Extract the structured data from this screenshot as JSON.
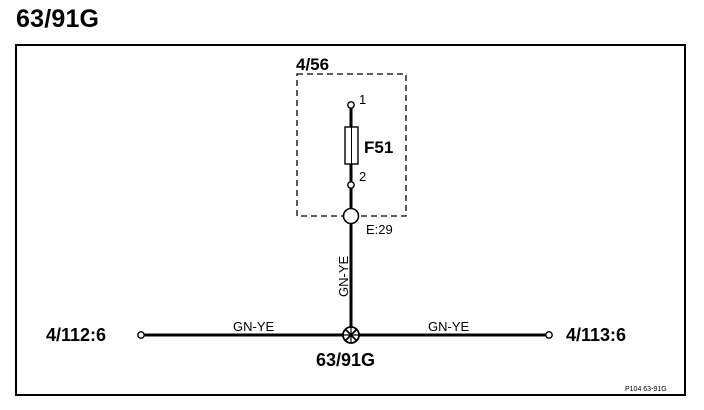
{
  "title": "63/91G",
  "component_box": {
    "label": "4/56"
  },
  "fuse": {
    "label": "F51",
    "pin_top": "1",
    "pin_bottom": "2"
  },
  "connector_top": {
    "label": "E:29"
  },
  "wire_vertical": {
    "color_code": "GN-YE"
  },
  "wire_left": {
    "color_code": "GN-YE"
  },
  "wire_right": {
    "color_code": "GN-YE"
  },
  "terminal_left": {
    "label": "4/112:6"
  },
  "terminal_right": {
    "label": "4/113:6"
  },
  "junction": {
    "label": "63/91G"
  },
  "figure_ref": "P104 63-91G"
}
